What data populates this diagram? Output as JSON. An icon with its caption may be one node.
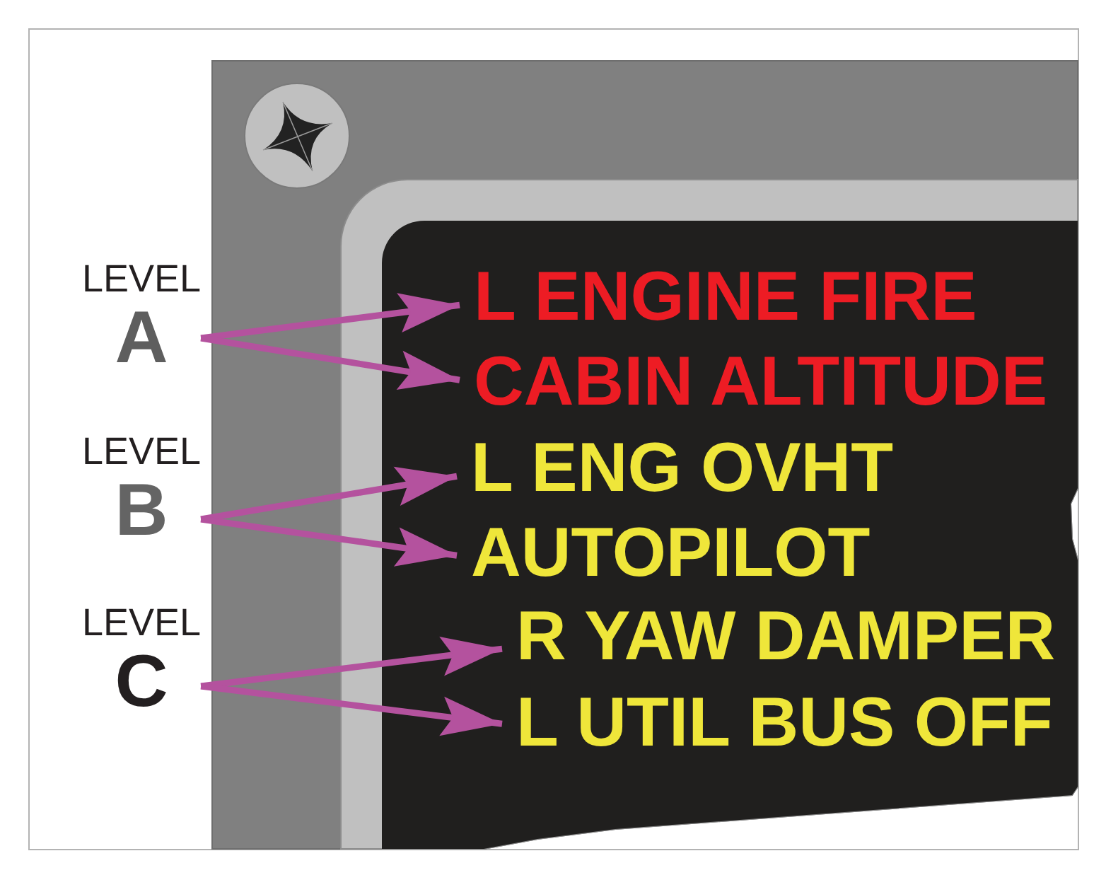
{
  "diagram": {
    "nodes": [
      {
        "text": [
          "LEVEL",
          "A"
        ]
      },
      {
        "text": [
          "LEVEL",
          "B"
        ]
      },
      {
        "text": [
          "LEVEL",
          "C"
        ]
      },
      {
        "text": [],
        "shape": "box"
      },
      {
        "text": [
          "L ENGINE FIRE"
        ],
        "in": 3
      },
      {
        "text": [
          "CABIN ALTITUDE"
        ],
        "in": 3
      },
      {
        "text": [
          "L ENG OVHT"
        ],
        "in": 3
      },
      {
        "text": [
          "AUTOPILOT"
        ],
        "in": 3
      },
      {
        "text": [
          "R YAW DAMPER"
        ],
        "in": 3
      },
      {
        "text": [
          "L UTIL BUS OFF"
        ],
        "in": 3
      }
    ],
    "edges": [
      {
        "from": 0,
        "to": 4,
        "arrow": "to"
      },
      {
        "from": 0,
        "to": 5,
        "arrow": "to"
      },
      {
        "from": 1,
        "to": 6,
        "arrow": "to"
      },
      {
        "from": 1,
        "to": 7,
        "arrow": "to"
      },
      {
        "from": 2,
        "to": 8,
        "arrow": "to"
      },
      {
        "from": 2,
        "to": 9,
        "arrow": "to"
      }
    ]
  }
}
